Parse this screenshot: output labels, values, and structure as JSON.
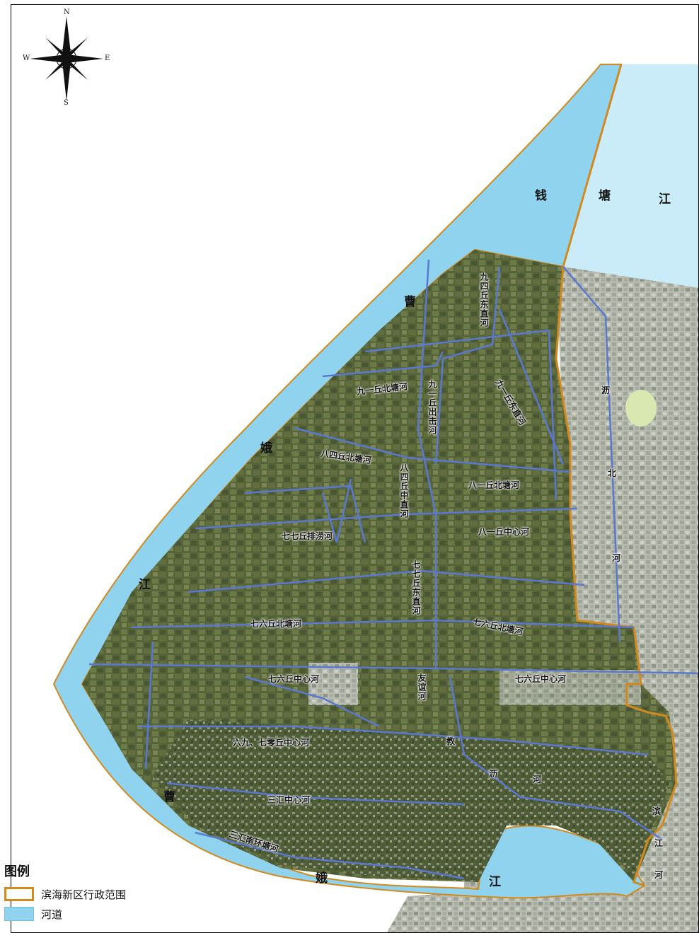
{
  "compass": {
    "n": "N",
    "s": "S",
    "e": "E",
    "w": "W"
  },
  "water_labels": {
    "qiantang": [
      "钱",
      "塘",
      "江"
    ],
    "caoe_upper": "曹",
    "caoe_mid": "娥",
    "caoe_lower": "江",
    "caoe_bottom_1": "曹",
    "caoe_bottom_2": "娥",
    "caoe_bottom_3": "江",
    "libei": [
      "沥",
      "北",
      "河"
    ],
    "lijiao": [
      "沥",
      "河"
    ],
    "jiao": "教",
    "binjiang": [
      "滨",
      "江",
      "河"
    ]
  },
  "canals": {
    "jiusi_dongzhi": "九四丘东直河",
    "jiuyi_beitang": "九一丘北塘河",
    "jiuyi_chuji": "九一丘出击河",
    "jiuyi_dongzhi": "九一丘东直河",
    "basi_beitang": "八四丘北塘河",
    "basi_zhongzhi": "八四丘中直河",
    "bayi_beitang": "八一丘北塘河",
    "qiqi_paila": "七七丘排涝河",
    "bayi_zhongxin": "八一丘中心河",
    "qiqi_dongzhi": "七七丘东直河",
    "qiliu_beitang": "七六丘北塘河",
    "qiliu_beitang_east": "七六丘北塘河",
    "qiliu_zhongxin": "七六丘中心河",
    "qiliu_zhongxin_east": "七六丘中心河",
    "youyi": "友谊河",
    "liujiu_qiling": "六九、七零丘中心河",
    "sanhui_zhongxin": "三汇中心河",
    "sanhui_nanhuan": "三汇南环塘河"
  },
  "legend": {
    "title": "图例",
    "items": [
      {
        "label": "滨海新区行政范围",
        "color": "#d28a1e",
        "kind": "boundary"
      },
      {
        "label": "河道",
        "color": "#8fd3ef",
        "kind": "river"
      }
    ]
  },
  "colors": {
    "river": "#8fd3ef",
    "sea": "#c9ecf8",
    "boundary": "#d28a1e",
    "canal": "#5a78d0",
    "farmland": "#5d6b3c",
    "urban": "#b9bdb3"
  }
}
